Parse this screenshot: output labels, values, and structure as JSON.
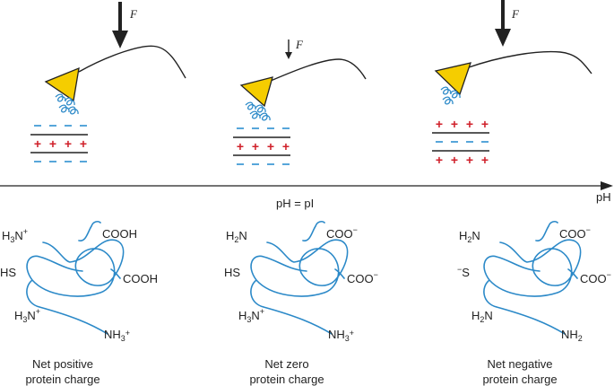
{
  "force_label": "F",
  "axis": {
    "label": "pH",
    "marker": "pH = pI"
  },
  "panels": [
    {
      "surface": [
        "negative",
        "positive",
        "negative"
      ],
      "groups": {
        "top_left": {
          "main": "H",
          "sub": "3",
          "rest": "N",
          "sup": "+"
        },
        "top_right": {
          "main": "COOH",
          "sup": ""
        },
        "mid_left": {
          "main": "HS",
          "pre": ""
        },
        "mid_right": {
          "main": "COOH",
          "sup": ""
        },
        "bottom_left": {
          "main": "H",
          "sub": "3",
          "rest": "N",
          "sup": "+"
        },
        "bottom_right": {
          "main": "NH",
          "sub": "3",
          "sup": "+"
        }
      },
      "caption": [
        "Net positive",
        "protein charge"
      ]
    },
    {
      "surface": [
        "negative",
        "positive",
        "negative"
      ],
      "groups": {
        "top_left": {
          "main": "H",
          "sub": "2",
          "rest": "N",
          "sup": ""
        },
        "top_right": {
          "main": "COO",
          "sup": "−"
        },
        "mid_left": {
          "main": "HS",
          "pre": ""
        },
        "mid_right": {
          "main": "COO",
          "sup": "−"
        },
        "bottom_left": {
          "main": "H",
          "sub": "3",
          "rest": "N",
          "sup": "+"
        },
        "bottom_right": {
          "main": "NH",
          "sub": "3",
          "sup": "+"
        }
      },
      "caption": [
        "Net zero",
        "protein charge"
      ]
    },
    {
      "surface": [
        "positive",
        "negative",
        "positive"
      ],
      "groups": {
        "top_left": {
          "main": "H",
          "sub": "2",
          "rest": "N",
          "sup": ""
        },
        "top_right": {
          "main": "COO",
          "sup": "−"
        },
        "mid_left": {
          "main": "S",
          "pre": "−"
        },
        "mid_right": {
          "main": "COO",
          "sup": "−"
        },
        "bottom_left": {
          "main": "H",
          "sub": "2",
          "rest": "N",
          "sup": ""
        },
        "bottom_right": {
          "main": "NH",
          "sub": "2",
          "sup": ""
        }
      },
      "caption": [
        "Net negative",
        "protein charge"
      ]
    }
  ],
  "colors": {
    "tip": "#f5cd00",
    "positive": "#d0202a",
    "negative": "#2d8fd0",
    "protein": "#2b89c8"
  }
}
